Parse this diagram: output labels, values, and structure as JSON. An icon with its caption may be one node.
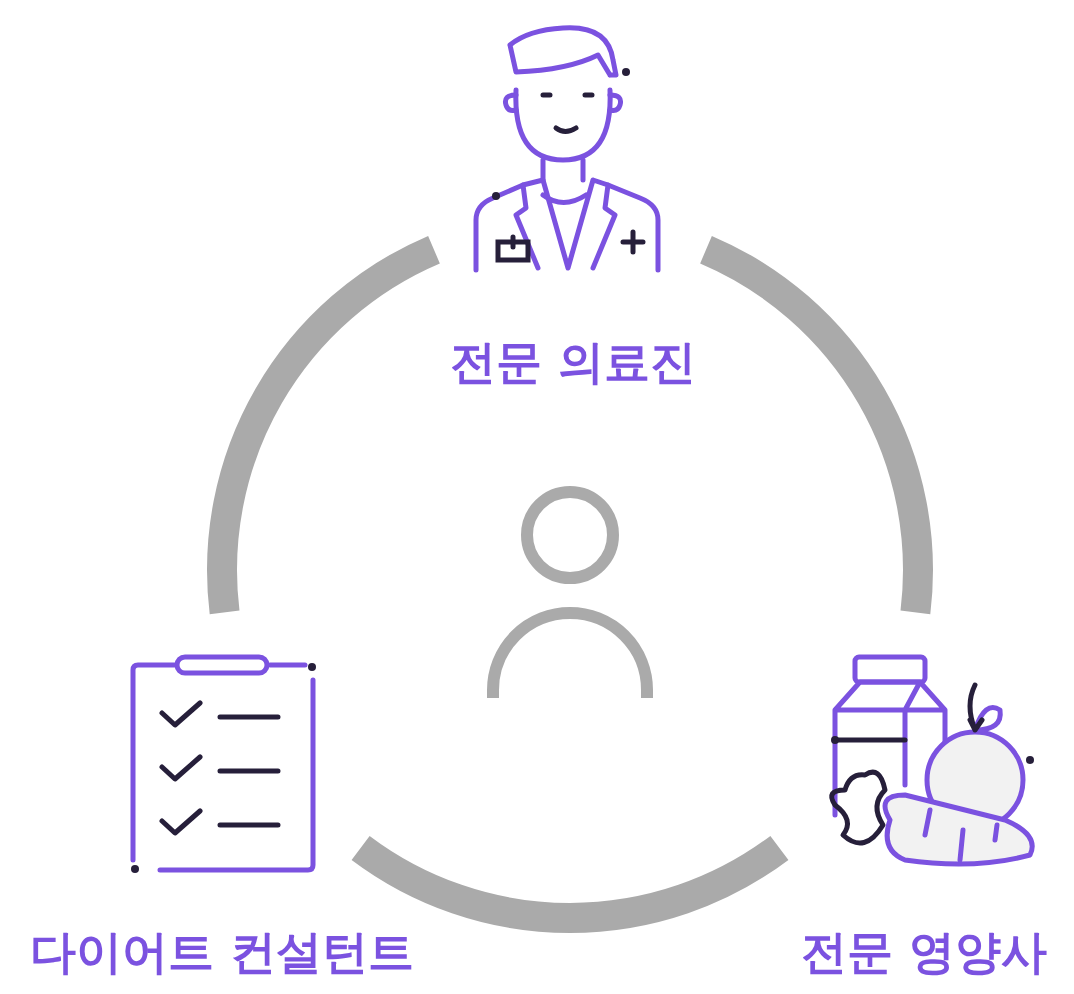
{
  "diagram": {
    "nodes": [
      {
        "text": [
          "전문 의료진"
        ]
      },
      {
        "text": [
          "전문 영양사"
        ]
      },
      {
        "text": [
          "다이어트 컨설턴트"
        ]
      },
      {
        "text": [],
        "shape": "person"
      }
    ],
    "edges": [
      {
        "from": 0,
        "to": 1,
        "arrow": "none"
      },
      {
        "from": 1,
        "to": 2,
        "arrow": "none"
      },
      {
        "from": 2,
        "to": 0,
        "arrow": "none"
      }
    ]
  }
}
